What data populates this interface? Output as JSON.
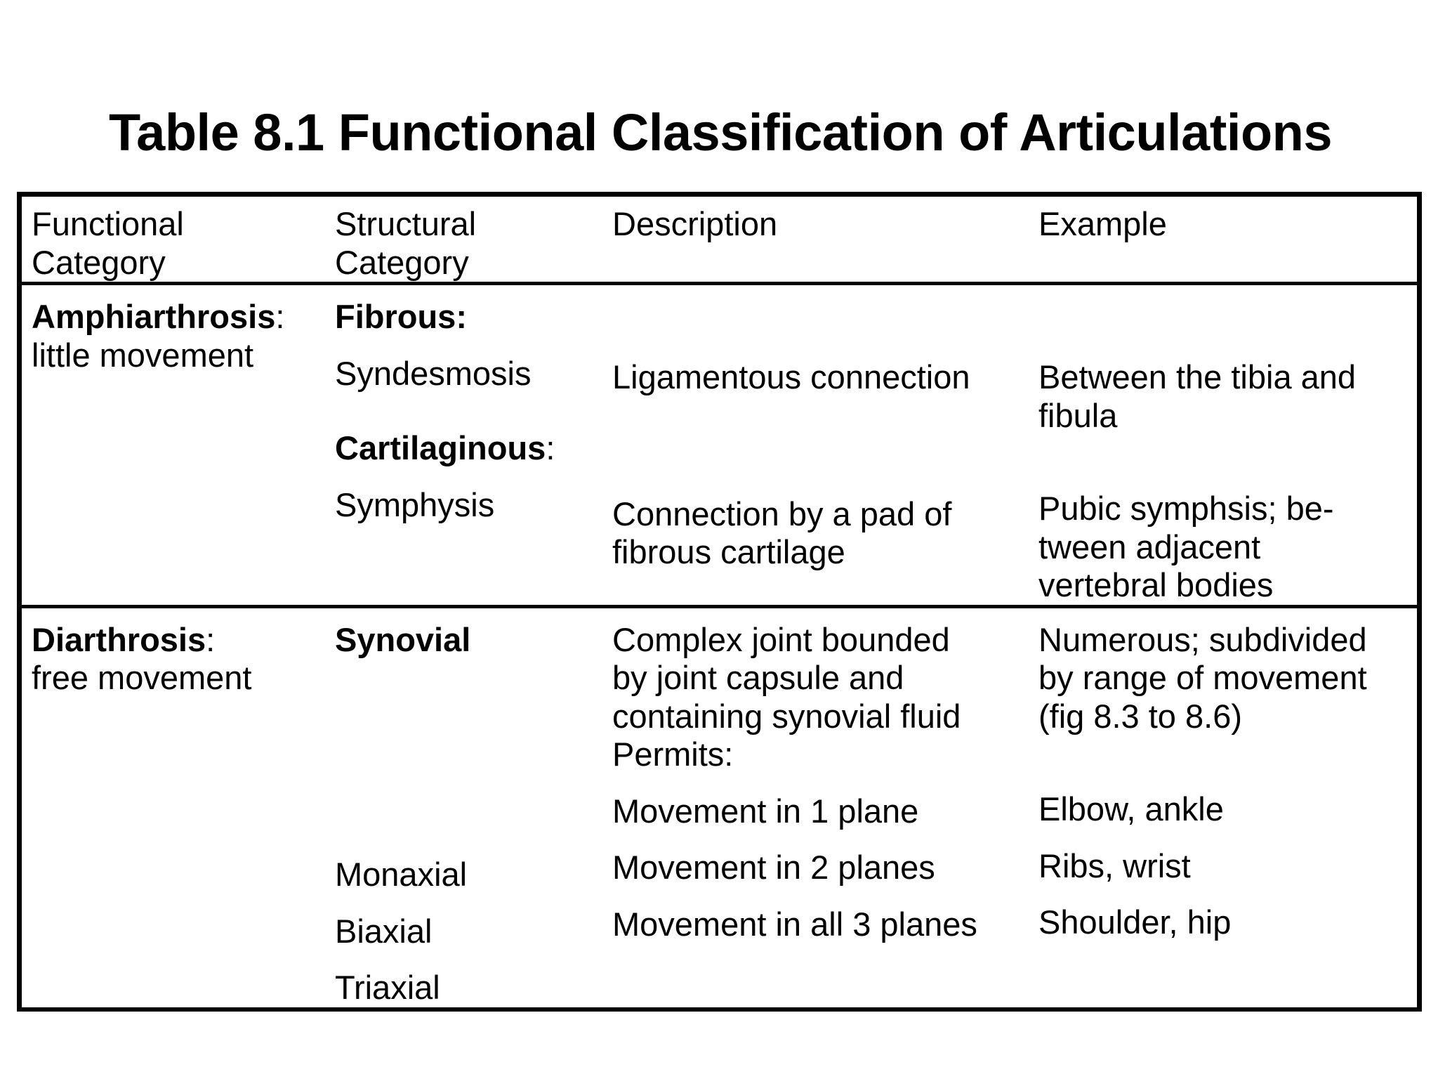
{
  "title": "Table 8.1 Functional Classification of Articulations",
  "table": {
    "headers": {
      "col1_line1": "Functional",
      "col1_line2": "Category",
      "col2_line1": "Structural",
      "col2_line2": "Category",
      "col3": "Description",
      "col4": "Example"
    },
    "rows": [
      {
        "functional_term": "Amphiarthrosis",
        "functional_colon": ":",
        "functional_desc": "little movement",
        "structural": {
          "group1_label": "Fibrous:",
          "group1_item": "Syndesmosis",
          "group2_label": "Cartilaginous",
          "group2_label_colon": ":",
          "group2_item": "Symphysis"
        },
        "description": {
          "line1": "Ligamentous connection",
          "line2a": "Connection by a pad of",
          "line2b": "fibrous cartilage"
        },
        "example": {
          "line1a": "Between the tibia and",
          "line1b": "fibula",
          "line2a": "Pubic symphsis; be-",
          "line2b": "tween adjacent",
          "line2c": "vertebral bodies"
        }
      },
      {
        "functional_term": "Diarthrosis",
        "functional_colon": ":",
        "functional_desc": "free movement",
        "structural": {
          "group1_label": "Synovial",
          "axes": [
            "Monaxial",
            "Biaxial",
            "Triaxial"
          ]
        },
        "description": {
          "line1": "Complex joint bounded",
          "line2": "by joint capsule and",
          "line3": "containing synovial fluid",
          "line4": "Permits:",
          "movements": [
            "Movement in 1 plane",
            "Movement in 2 planes",
            "Movement in all 3 planes"
          ]
        },
        "example": {
          "line1": "Numerous; subdivided",
          "line2": "by range of movement",
          "line3": "(fig 8.3 to 8.6)",
          "items": [
            "Elbow, ankle",
            "Ribs, wrist",
            "Shoulder, hip"
          ]
        }
      }
    ]
  },
  "colors": {
    "background": "#ffffff",
    "text": "#000000",
    "border": "#000000"
  }
}
